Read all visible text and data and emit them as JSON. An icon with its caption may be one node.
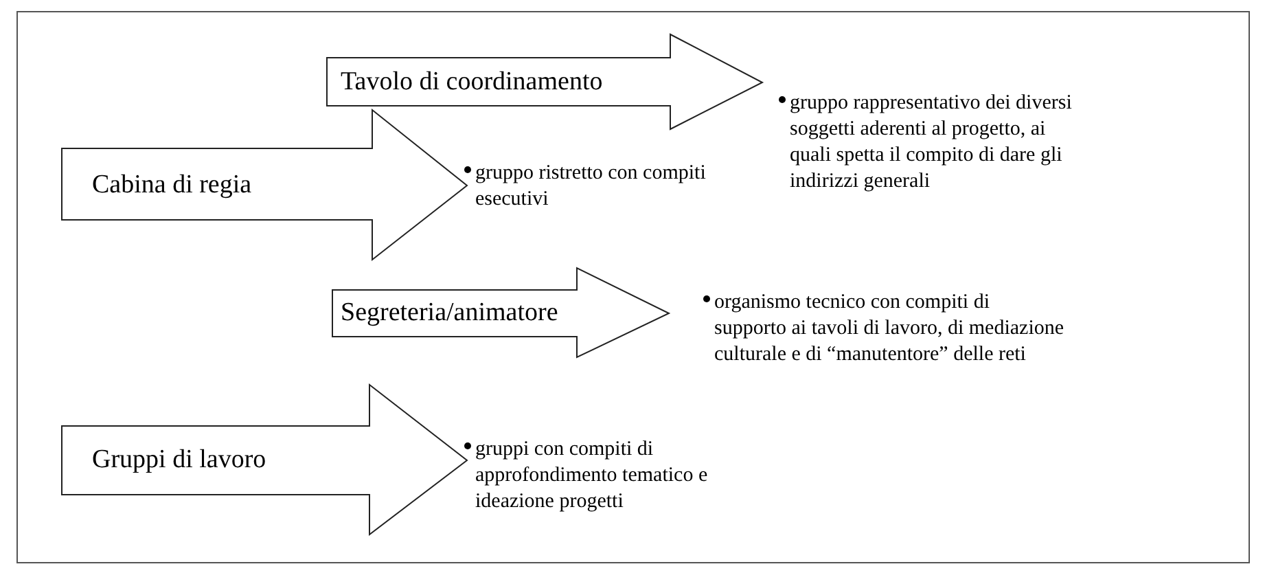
{
  "diagram": {
    "nodes": [
      {
        "text": [
          "Tavolo di coordinamento"
        ],
        "beside": [
          "gruppo rappresentativo dei diversi soggetti aderenti al progetto, ai quali spetta il compito di dare gli indirizzi generali"
        ]
      },
      {
        "text": [
          "Cabina di regia"
        ],
        "beside": [
          "gruppo ristretto con compiti esecutivi"
        ]
      },
      {
        "text": [
          "Segreteria/animatore"
        ],
        "beside": [
          "organismo tecnico con compiti di supporto ai tavoli di lavoro, di mediazione culturale e di “manutentore” delle reti"
        ]
      },
      {
        "text": [
          "Gruppi di lavoro"
        ],
        "beside": [
          "gruppi con compiti di approfondimento tematico e ideazione progetti"
        ]
      }
    ]
  }
}
